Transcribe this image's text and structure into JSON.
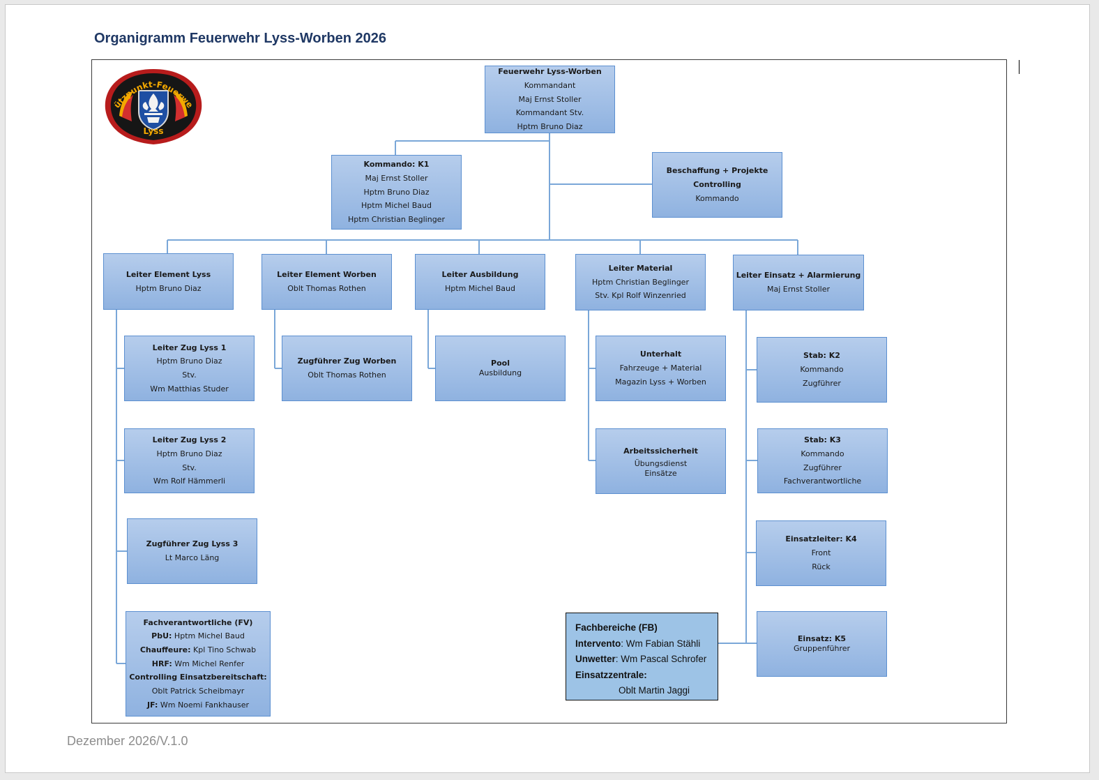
{
  "page": {
    "title": "Organigramm Feuerwehr Lyss-Worben 2026",
    "footer": "Dezember 2026/V.1.0"
  },
  "logo": {
    "arc_text": "Stützpunkt-Feuerwehr",
    "bottom_text": "Lyss"
  },
  "org": {
    "top": {
      "title": "Feuerwehr Lyss-Worben",
      "lines": [
        "Kommandant",
        "Maj Ernst Stoller",
        "Kommandant Stv.",
        "Hptm Bruno Diaz"
      ]
    },
    "k1": {
      "title": "Kommando: K1",
      "lines": [
        "Maj Ernst Stoller",
        "Hptm Bruno Diaz",
        "Hptm Michel Baud",
        "Hptm Christian Beglinger"
      ]
    },
    "beschaffung": {
      "title": "Beschaffung + Projekte",
      "title2": "Controlling",
      "lines": [
        "Kommando"
      ]
    },
    "lyss": {
      "title": "Leiter Element Lyss",
      "lines": [
        "Hptm Bruno Diaz"
      ]
    },
    "worben": {
      "title": "Leiter  Element Worben",
      "lines": [
        "Oblt Thomas Rothen"
      ]
    },
    "ausbildung": {
      "title": "Leiter Ausbildung",
      "lines": [
        "Hptm Michel Baud"
      ]
    },
    "material": {
      "title": "Leiter  Material",
      "lines": [
        "Hptm Christian Beglinger",
        "Stv. Kpl Rolf Winzenried"
      ]
    },
    "einsatz": {
      "title": "Leiter Einsatz + Alarmierung",
      "lines": [
        "Maj Ernst Stoller"
      ]
    },
    "zug1": {
      "title": "Leiter Zug Lyss 1",
      "lines": [
        "Hptm Bruno Diaz",
        "Stv.",
        "Wm Matthias Studer"
      ]
    },
    "zug2": {
      "title": "Leiter Zug Lyss 2",
      "lines": [
        "Hptm Bruno Diaz",
        "Stv.",
        "Wm Rolf Hämmerli"
      ]
    },
    "zug3": {
      "title": "Zugführer Zug Lyss 3",
      "lines": [
        "Lt Marco Läng"
      ]
    },
    "fv": {
      "title": "Fachverantwortliche (FV)",
      "rows": [
        {
          "label": "PbU:",
          "value": " Hptm Michel Baud"
        },
        {
          "label": "Chauffeure:",
          "value": " Kpl Tino Schwab"
        },
        {
          "label": "HRF:",
          "value": " Wm  Michel Renfer"
        },
        {
          "label": "Controlling Einsatzbereitschaft:",
          "value": ""
        },
        {
          "label": "",
          "value": "Oblt Patrick Scheibmayr"
        },
        {
          "label": "JF:",
          "value": " Wm Noemi Fankhauser"
        }
      ]
    },
    "zugworben": {
      "title": "Zugführer Zug Worben",
      "lines": [
        "Oblt Thomas Rothen"
      ]
    },
    "pool": {
      "title": "Pool",
      "lines": [
        "Ausbildung"
      ]
    },
    "unterhalt": {
      "title": "Unterhalt",
      "lines": [
        "Fahrzeuge + Material",
        "Magazin Lyss + Worben"
      ]
    },
    "arbeitssicherheit": {
      "title": "Arbeitssicherheit",
      "lines": [
        "Übungsdienst",
        "Einsätze"
      ]
    },
    "k2": {
      "title": "Stab: K2",
      "lines": [
        "Kommando",
        "Zugführer"
      ]
    },
    "k3": {
      "title": "Stab: K3",
      "lines": [
        "Kommando",
        "Zugführer",
        "Fachverantwortliche"
      ]
    },
    "k4": {
      "title": "Einsatzleiter: K4",
      "lines": [
        "Front",
        "Rück"
      ]
    },
    "k5": {
      "title": "Einsatz: K5",
      "lines": [
        "Gruppenführer"
      ]
    },
    "fb": {
      "title": "Fachbereiche (FB)",
      "rows": [
        {
          "label": "Intervento",
          "value": ": Wm Fabian Stähli"
        },
        {
          "label": "Unwetter",
          "value": ": Wm Pascal Schrofer"
        },
        {
          "label": "Einsatzzentrale:",
          "value": ""
        }
      ],
      "indent_line": "Oblt Martin Jaggi"
    }
  },
  "colors": {
    "title": "#1f3864",
    "box_top": "#b6cdec",
    "box_bottom": "#8fb2e0",
    "box_border": "#5b8fd0",
    "connector": "#7aa7d8",
    "fb_fill": "#9dc3e6"
  }
}
